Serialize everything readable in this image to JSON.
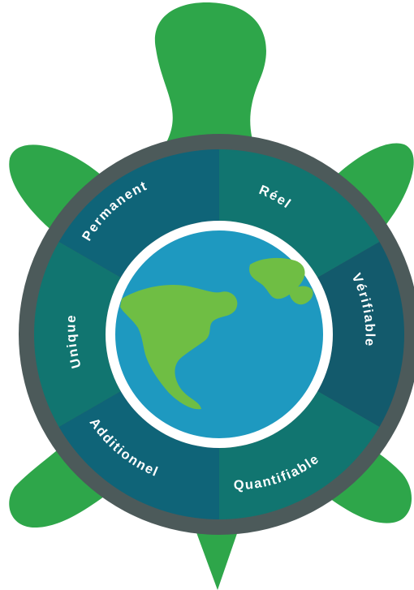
{
  "diagram": {
    "segments": [
      {
        "id": "permanent",
        "label": "Permanent",
        "color": "#0f6478"
      },
      {
        "id": "reel",
        "label": "Réel",
        "color": "#117570"
      },
      {
        "id": "verifiable",
        "label": "Vérifiable",
        "color": "#135a6c"
      },
      {
        "id": "quantifiable",
        "label": "Quantifiable",
        "color": "#117570"
      },
      {
        "id": "additionnel",
        "label": "Additionnel",
        "color": "#0f6478"
      },
      {
        "id": "unique",
        "label": "Unique",
        "color": "#117570"
      }
    ]
  },
  "colors": {
    "turtle": "#2ea64a",
    "ring": "#4c5a5a",
    "ocean": "#1e99c0",
    "land": "#6fbe44",
    "globe_border": "#ffffff"
  },
  "icons": {
    "turtle": "turtle-icon",
    "globe": "earth-globe-icon"
  }
}
